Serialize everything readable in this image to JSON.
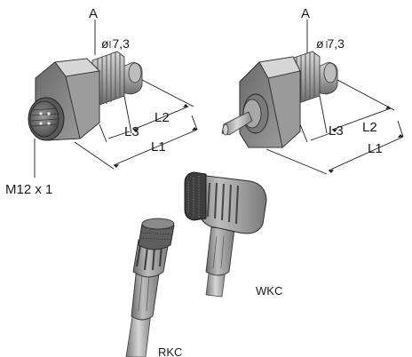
{
  "diagram": {
    "sensor_left": {
      "label_a": "A",
      "diameter": "ø 7,3",
      "l1": "L1",
      "l2": "L2",
      "l3": "L3",
      "thread": "M12 x 1"
    },
    "sensor_right": {
      "label_a": "A",
      "diameter": "ø 7,3",
      "l1": "L1",
      "l2": "L2",
      "l3": "L3"
    },
    "connectors": {
      "straight_label": "RKC",
      "angled_label": "WKC"
    }
  }
}
